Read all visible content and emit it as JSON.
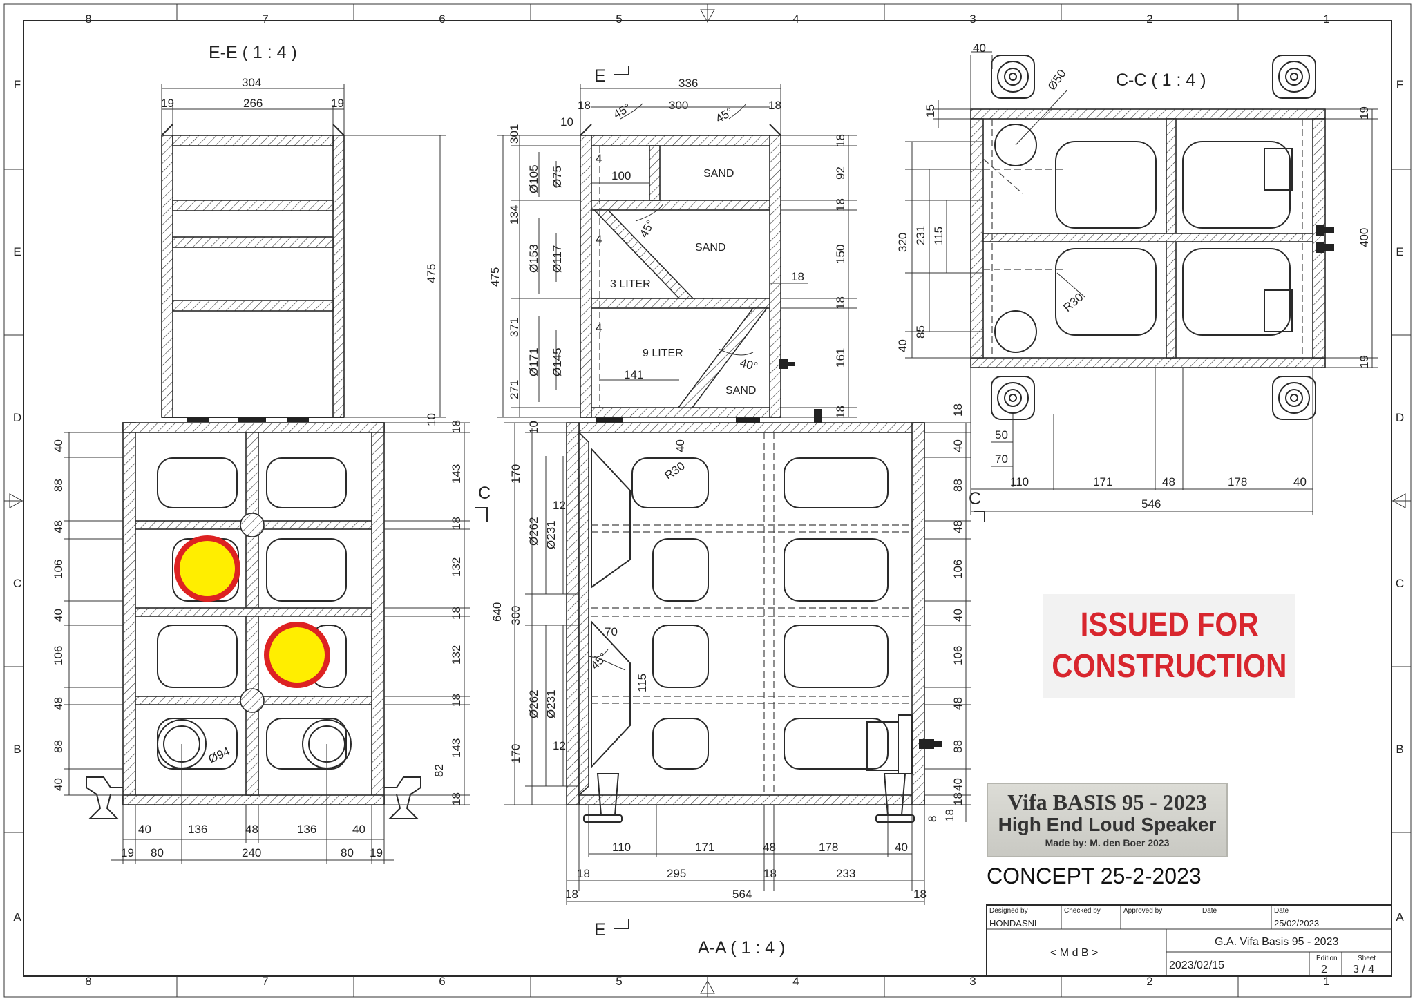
{
  "border": {
    "columns": [
      "8",
      "7",
      "6",
      "5",
      "4",
      "3",
      "2",
      "1"
    ],
    "rows": [
      "F",
      "E",
      "D",
      "C",
      "B",
      "A"
    ]
  },
  "views": {
    "section_ee": "E-E ( 1 : 4 )",
    "section_cc": "C-C ( 1 : 4 )",
    "section_aa": "A-A ( 1 : 4 )",
    "cut_e": "E",
    "cut_c": "C"
  },
  "chamber_labels": {
    "sand_top": "SAND",
    "sand_mid": "SAND",
    "sand_bottom": "SAND",
    "liter_3": "3 LITER",
    "liter_9": "9 LITER"
  },
  "dims": {
    "ee": {
      "w304": "304",
      "w266": "266",
      "w19a": "19",
      "w19b": "19",
      "h475": "475",
      "h10": "10"
    },
    "front_left_v": [
      "40",
      "88",
      "48",
      "106",
      "40",
      "106",
      "48",
      "88",
      "40"
    ],
    "front_right_v": [
      "18",
      "143",
      "18",
      "132",
      "18",
      "132",
      "18",
      "143",
      "18"
    ],
    "front_bottom_1": [
      "40",
      "136",
      "48",
      "136",
      "40"
    ],
    "front_bottom_2": [
      "19",
      "80",
      "240",
      "80",
      "19"
    ],
    "front_misc": {
      "d94": "Ø94",
      "h82": "82"
    },
    "side_top": {
      "w336": "336",
      "w300": "300",
      "w18a": "18",
      "w18b": "18",
      "w10": "10",
      "w100": "100",
      "w141": "141",
      "w18c": "18",
      "a45a": "45°",
      "a45b": "45°",
      "a45c": "45°",
      "a40": "40°"
    },
    "side_left": [
      "301",
      "134",
      "371",
      "271",
      "475"
    ],
    "side_diam": [
      "Ø105",
      "Ø75",
      "Ø153",
      "Ø117",
      "Ø171",
      "Ø145"
    ],
    "side_fours": [
      "4",
      "4",
      "4"
    ],
    "side_right": [
      "18",
      "92",
      "18",
      "150",
      "18",
      "161",
      "18"
    ],
    "aa_left": [
      "170",
      "300",
      "170",
      "640",
      "10"
    ],
    "aa_diam": [
      "Ø262",
      "Ø231",
      "Ø262",
      "Ø231"
    ],
    "aa_misc": {
      "w12a": "12",
      "w12b": "12",
      "w70": "70",
      "a45": "45°",
      "h115": "115",
      "r30": "R30",
      "w40": "40"
    },
    "aa_right": [
      "18",
      "40",
      "88",
      "48",
      "106",
      "40",
      "106",
      "48",
      "88",
      "40",
      "18"
    ],
    "aa_foot": [
      "8",
      "18"
    ],
    "aa_bottom_1": [
      "110",
      "171",
      "48",
      "178",
      "40"
    ],
    "aa_bottom_2": [
      "18",
      "295",
      "18",
      "233"
    ],
    "aa_bottom_3": [
      "18",
      "564",
      "18"
    ],
    "cc": {
      "w40top": "40",
      "d50": "Ø50",
      "h15": "15",
      "h19a": "19",
      "h19b": "19",
      "h400": "400",
      "h320": "320",
      "h231": "231",
      "h115": "115",
      "h85": "85",
      "h40": "40",
      "r30": "R30",
      "w50": "50",
      "w70": "70"
    },
    "cc_bottom": [
      "110",
      "171",
      "48",
      "178",
      "40"
    ],
    "cc_total": "546"
  },
  "stamp": {
    "line1": "ISSUED FOR",
    "line2": "CONSTRUCTION",
    "color": "#d8262e"
  },
  "plate": {
    "line1": "Vifa BASIS 95 - 2023",
    "line2": "High End Loud Speaker",
    "line3": "Made by: M. den Boer 2023"
  },
  "concept": "CONCEPT 25-2-2023",
  "title_block": {
    "designed_by_label": "Designed by",
    "designed_by": "HONDASNL",
    "checked_by_label": "Checked by",
    "approved_by_label": "Approved by",
    "date_label_1": "Date",
    "date_label_2": "Date",
    "date": "25/02/2023",
    "initials": "< M d B >",
    "title": "G.A. Vifa Basis 95 - 2023",
    "doc_date": "2023/02/15",
    "edition_label": "Edition",
    "edition": "2",
    "sheet_label": "Sheet",
    "sheet": "3 / 4"
  },
  "colors": {
    "marker_fill": "#ffee00",
    "marker_ring": "#dd2222"
  }
}
